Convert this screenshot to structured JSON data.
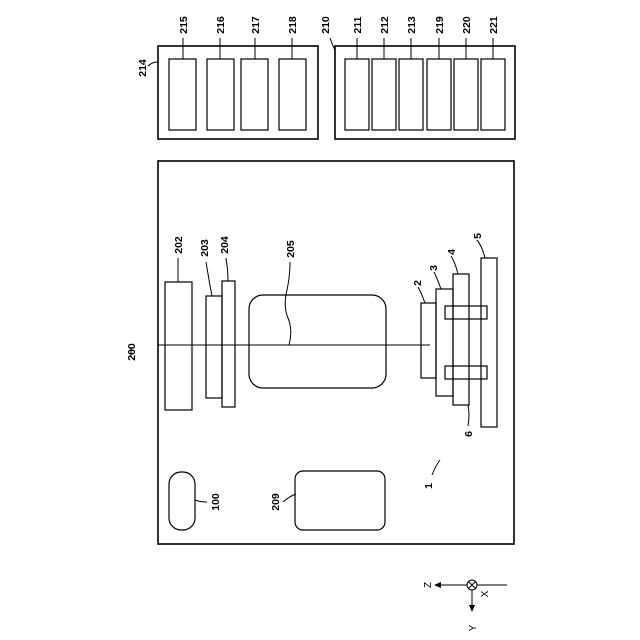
{
  "labels": {
    "l200": "200",
    "l214": "214",
    "l215": "215",
    "l216": "216",
    "l217": "217",
    "l218": "218",
    "l210": "210",
    "l211": "211",
    "l212": "212",
    "l213": "213",
    "l219": "219",
    "l220": "220",
    "l221": "221",
    "l202": "202",
    "l203": "203",
    "l204": "204",
    "l205": "205",
    "l2": "2",
    "l3": "3",
    "l4": "4",
    "l5": "5",
    "l6": "6",
    "l1": "1",
    "l100": "100",
    "l209": "209"
  },
  "axes": {
    "z": "Z",
    "x": "X",
    "y": "Y"
  }
}
